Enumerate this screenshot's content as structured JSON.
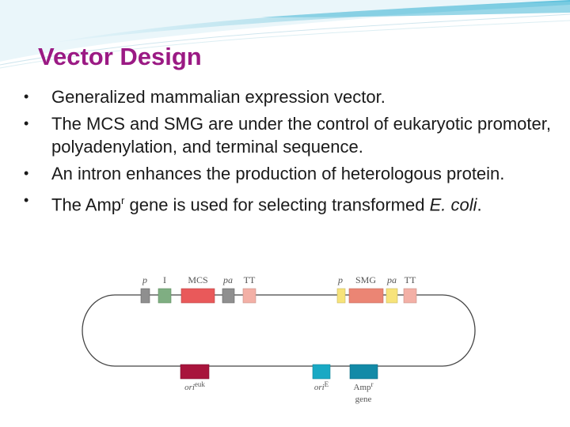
{
  "slide": {
    "title": "Vector Design",
    "bullets": [
      {
        "text": "Generalized mammalian expression vector."
      },
      {
        "text": "The MCS and SMG are under the control of eukaryotic promoter, polyadenylation, and terminal sequence."
      },
      {
        "text": "An intron enhances the production of heterologous protein."
      },
      {
        "pre": "The Amp",
        "sup": "r",
        "mid": " gene is used for selecting transformed ",
        "italic": "E. coli",
        "post": "."
      }
    ]
  },
  "vector_diagram": {
    "top_labels": {
      "p1": "p",
      "intron": "I",
      "mcs": "MCS",
      "pa1": "pa",
      "tt1": "TT",
      "p2": "p",
      "smg": "SMG",
      "pa2": "pa",
      "tt2": "TT"
    },
    "bottom_labels": {
      "ori_euk_main": "ori",
      "ori_euk_sup": "euk",
      "ori_e_main": "ori",
      "ori_e_sup": "E",
      "amp_main": "Amp",
      "amp_sup": "r",
      "amp_line2": "gene"
    },
    "colors": {
      "promoter": "#8f8f8f",
      "intron": "#7fae82",
      "mcs": "#e9595a",
      "pa": "#8f8f8f",
      "tt": "#f3b0a6",
      "smg_p": "#f7e37a",
      "smg": "#eb8574",
      "smg_pa": "#f7e37a",
      "ori_euk": "#a8143c",
      "ori_e": "#19a9c4",
      "amp": "#128aa7"
    }
  }
}
